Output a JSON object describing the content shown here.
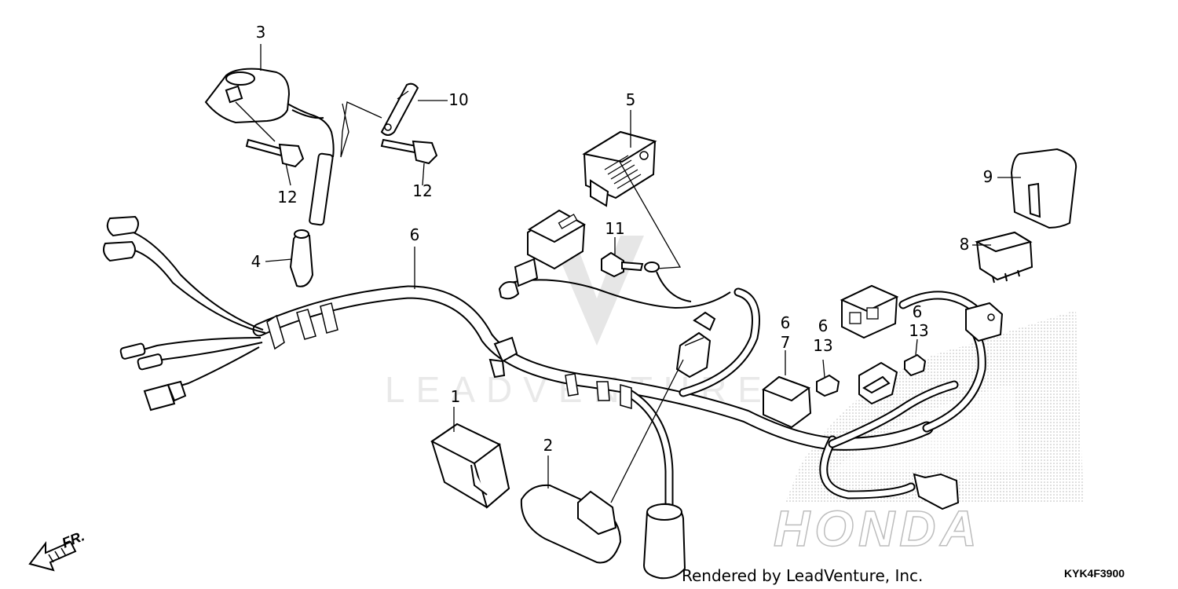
{
  "diagram": {
    "callouts": {
      "c1": "1",
      "c2": "2",
      "c3": "3",
      "c4": "4",
      "c5": "5",
      "c6a": "6",
      "c6b": "6",
      "c6c": "6",
      "c6d": "6",
      "c7": "7",
      "c8": "8",
      "c9": "9",
      "c10": "10",
      "c11": "11",
      "c12a": "12",
      "c12b": "12",
      "c13a": "13",
      "c13b": "13"
    },
    "watermark": "LEADVENTURE",
    "brand_watermark": "HONDA",
    "direction_label": "FR.",
    "footer_credit": "Rendered by LeadVenture, Inc.",
    "diagram_code": "KYK4F3900"
  }
}
